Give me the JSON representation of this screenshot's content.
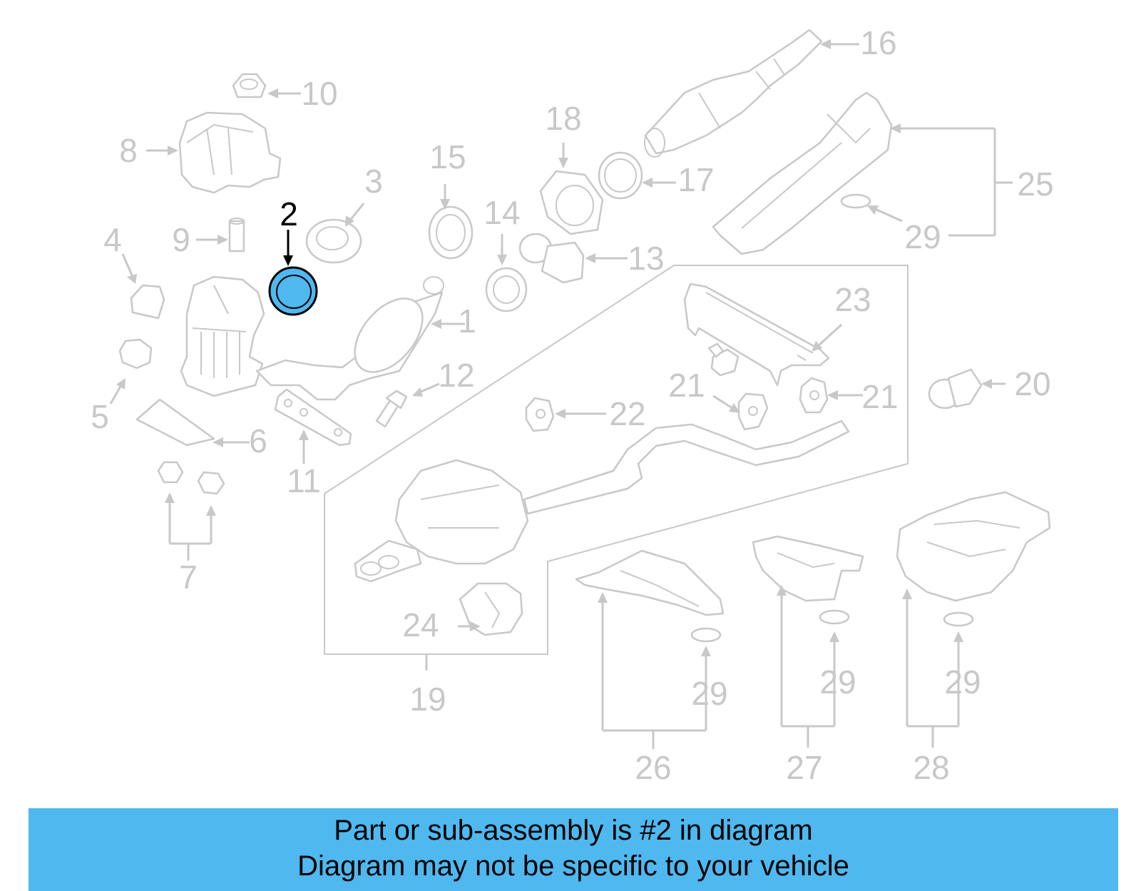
{
  "callouts": [
    {
      "id": "1",
      "label": "1"
    },
    {
      "id": "2",
      "label": "2"
    },
    {
      "id": "3",
      "label": "3"
    },
    {
      "id": "4",
      "label": "4"
    },
    {
      "id": "5",
      "label": "5"
    },
    {
      "id": "6",
      "label": "6"
    },
    {
      "id": "7",
      "label": "7"
    },
    {
      "id": "8",
      "label": "8"
    },
    {
      "id": "9",
      "label": "9"
    },
    {
      "id": "10",
      "label": "10"
    },
    {
      "id": "11",
      "label": "11"
    },
    {
      "id": "12",
      "label": "12"
    },
    {
      "id": "13",
      "label": "13"
    },
    {
      "id": "14",
      "label": "14"
    },
    {
      "id": "15",
      "label": "15"
    },
    {
      "id": "16",
      "label": "16"
    },
    {
      "id": "17",
      "label": "17"
    },
    {
      "id": "18",
      "label": "18"
    },
    {
      "id": "19",
      "label": "19"
    },
    {
      "id": "20",
      "label": "20"
    },
    {
      "id": "21a",
      "label": "21"
    },
    {
      "id": "21b",
      "label": "21"
    },
    {
      "id": "22",
      "label": "22"
    },
    {
      "id": "23",
      "label": "23"
    },
    {
      "id": "24",
      "label": "24"
    },
    {
      "id": "25",
      "label": "25"
    },
    {
      "id": "26",
      "label": "26"
    },
    {
      "id": "27",
      "label": "27"
    },
    {
      "id": "28",
      "label": "28"
    },
    {
      "id": "29a",
      "label": "29"
    },
    {
      "id": "29b",
      "label": "29"
    },
    {
      "id": "29c",
      "label": "29"
    },
    {
      "id": "29d",
      "label": "29"
    }
  ],
  "highlighted_part": "2",
  "colors": {
    "highlight_fill": "#4fb8ef",
    "banner_bg": "#4fb8ef",
    "line_gray": "#c8c8c8",
    "highlight_text": "#000000"
  },
  "banner": {
    "line1": "Part or sub-assembly is #2 in diagram",
    "line2": "Diagram may not be specific to your vehicle"
  }
}
